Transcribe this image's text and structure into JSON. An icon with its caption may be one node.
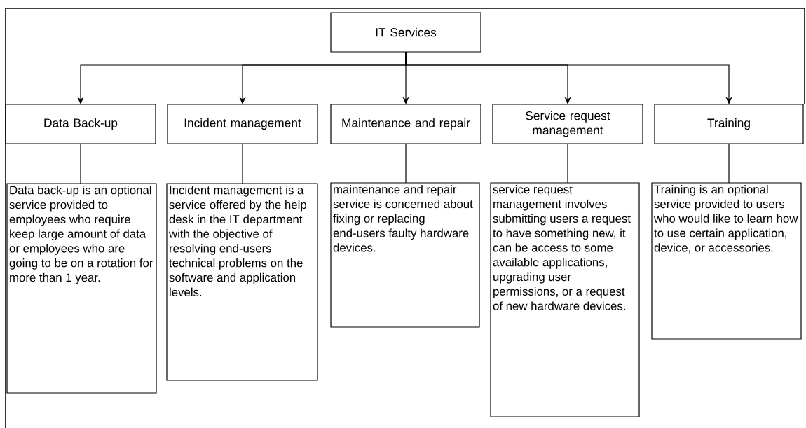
{
  "diagram": {
    "nodes": [
      {
        "text": [
          "IT Services"
        ]
      },
      {
        "text": [
          "Data Back-up"
        ]
      },
      {
        "text": [
          "Incident management"
        ]
      },
      {
        "text": [
          "Maintenance and repair"
        ]
      },
      {
        "text": [
          "Service request management"
        ]
      },
      {
        "text": [
          "Training"
        ]
      },
      {
        "text": [
          "Data back-up is an optional service provided to employees who require keep large amount of data or employees who are going to be on a rotation for more than 1 year."
        ]
      },
      {
        "text": [
          "Incident management is a service offered by the help desk in the IT department with the objective of resolving end-users technical problems on the software and application levels."
        ]
      },
      {
        "text": [
          "maintenance and repair service is concerned about fixing or replacing end-users faulty hardware devices."
        ]
      },
      {
        "text": [
          "service request management involves submitting users a request to have something new, it can be access to some available applications, upgrading user permissions, or a request of new hardware devices."
        ]
      },
      {
        "text": [
          "Training is an optional service provided to users who would like to learn how to use certain application, device, or accessories."
        ]
      }
    ],
    "edges": [
      {
        "from": 0,
        "to": 1,
        "arrow": "to"
      },
      {
        "from": 0,
        "to": 2,
        "arrow": "to"
      },
      {
        "from": 0,
        "to": 3,
        "arrow": "to"
      },
      {
        "from": 0,
        "to": 4,
        "arrow": "to"
      },
      {
        "from": 0,
        "to": 5,
        "arrow": "to"
      },
      {
        "from": 1,
        "to": 6,
        "arrow": "none"
      },
      {
        "from": 2,
        "to": 7,
        "arrow": "none"
      },
      {
        "from": 3,
        "to": 8,
        "arrow": "none"
      },
      {
        "from": 4,
        "to": 9,
        "arrow": "none"
      },
      {
        "from": 5,
        "to": 10,
        "arrow": "none"
      }
    ]
  }
}
